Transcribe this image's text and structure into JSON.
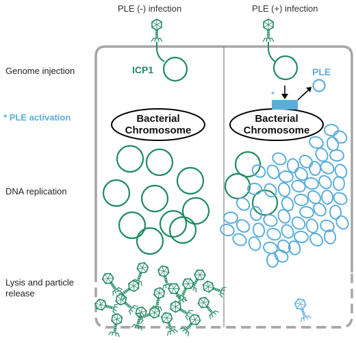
{
  "columns": {
    "left": "PLE (-) infection",
    "right": "PLE (+) infection"
  },
  "stages": {
    "genome_injection": "Genome injection",
    "ple_activation_star": "*",
    "ple_activation": "PLE activation",
    "dna_replication": "DNA replication",
    "lysis": "Lysis and particle\nrelease"
  },
  "labels": {
    "icp1": "ICP1",
    "ple": "PLE",
    "chromosome": "Bacterial\nChromosome",
    "star": "*"
  },
  "colors": {
    "phage_green": "#1e8a5e",
    "ple_blue": "#5aaedc",
    "cell_gray": "#a6a6a6",
    "divider": "#8c8c8c"
  }
}
